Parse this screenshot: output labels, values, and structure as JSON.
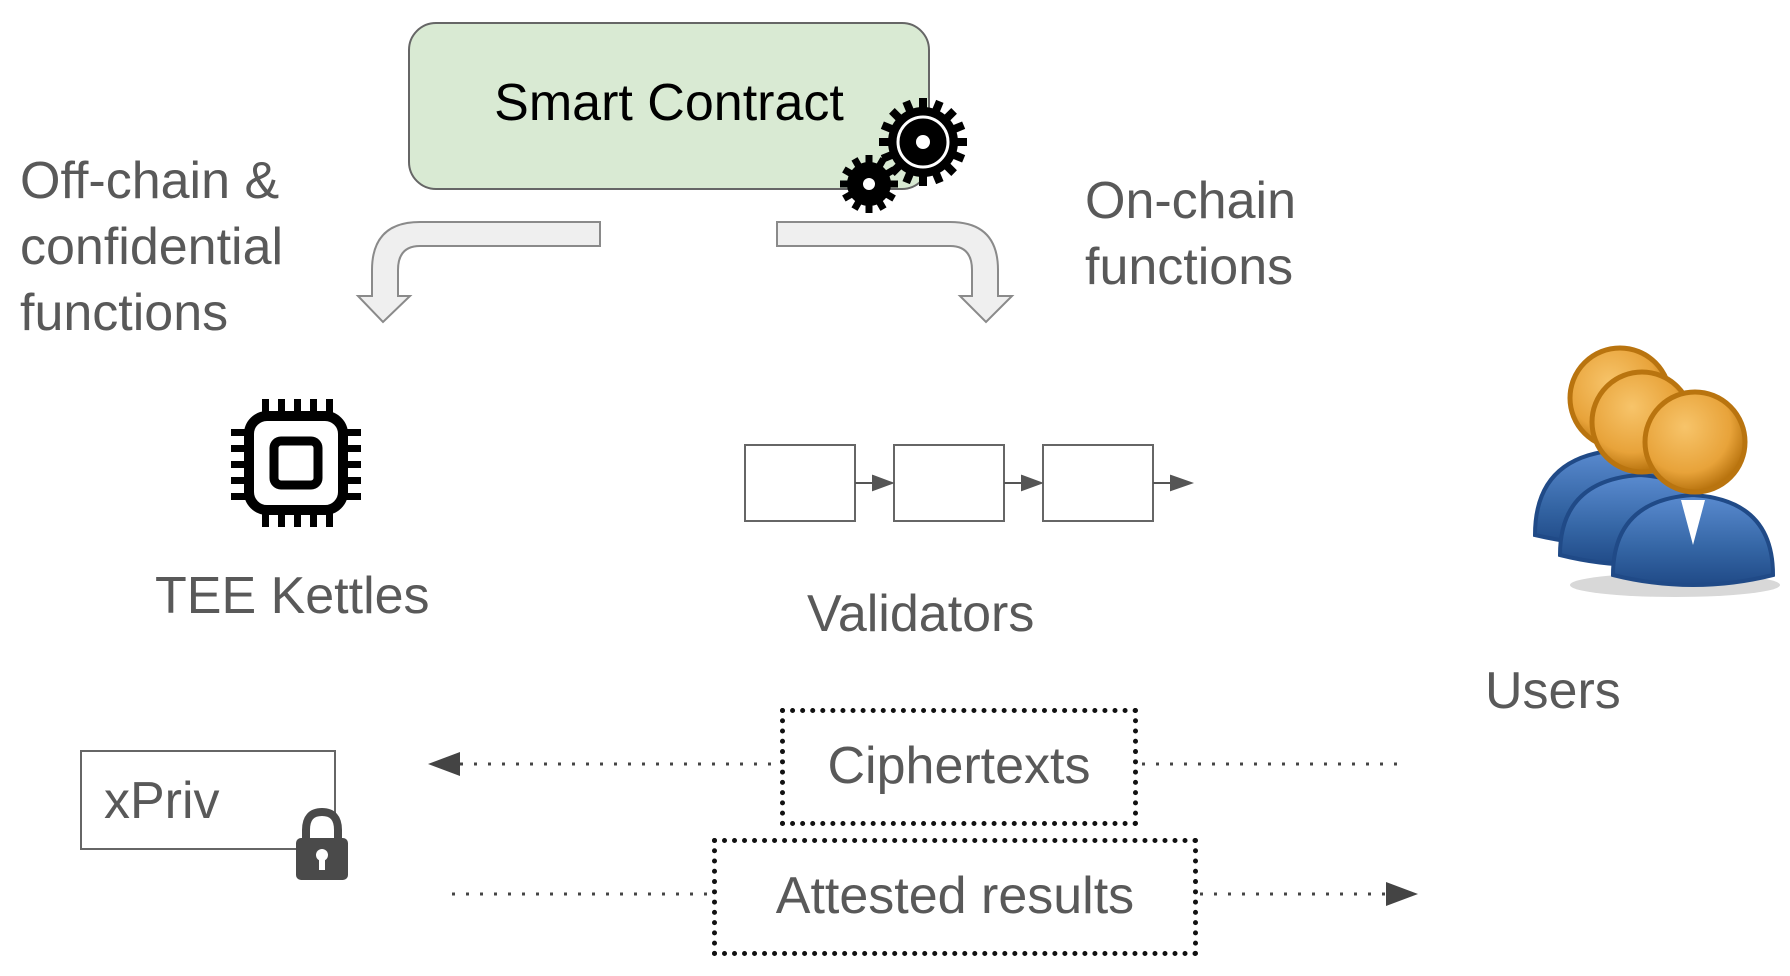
{
  "contract": {
    "title": "Smart Contract"
  },
  "offchain": {
    "lines": [
      "Off-chain &",
      "confidential",
      "functions"
    ]
  },
  "onchain": {
    "lines": [
      "On-chain",
      "functions"
    ]
  },
  "tee": {
    "label": "TEE Kettles"
  },
  "validators": {
    "label": "Validators"
  },
  "users": {
    "label": "Users"
  },
  "xpriv": {
    "label": "xPriv"
  },
  "ciphertexts": {
    "label": "Ciphertexts"
  },
  "attested": {
    "label": "Attested results"
  },
  "colors": {
    "contract_fill": "#d9ead3",
    "text_gray": "#595959",
    "user_body": "#3465a4",
    "user_head": "#e8a33a"
  }
}
